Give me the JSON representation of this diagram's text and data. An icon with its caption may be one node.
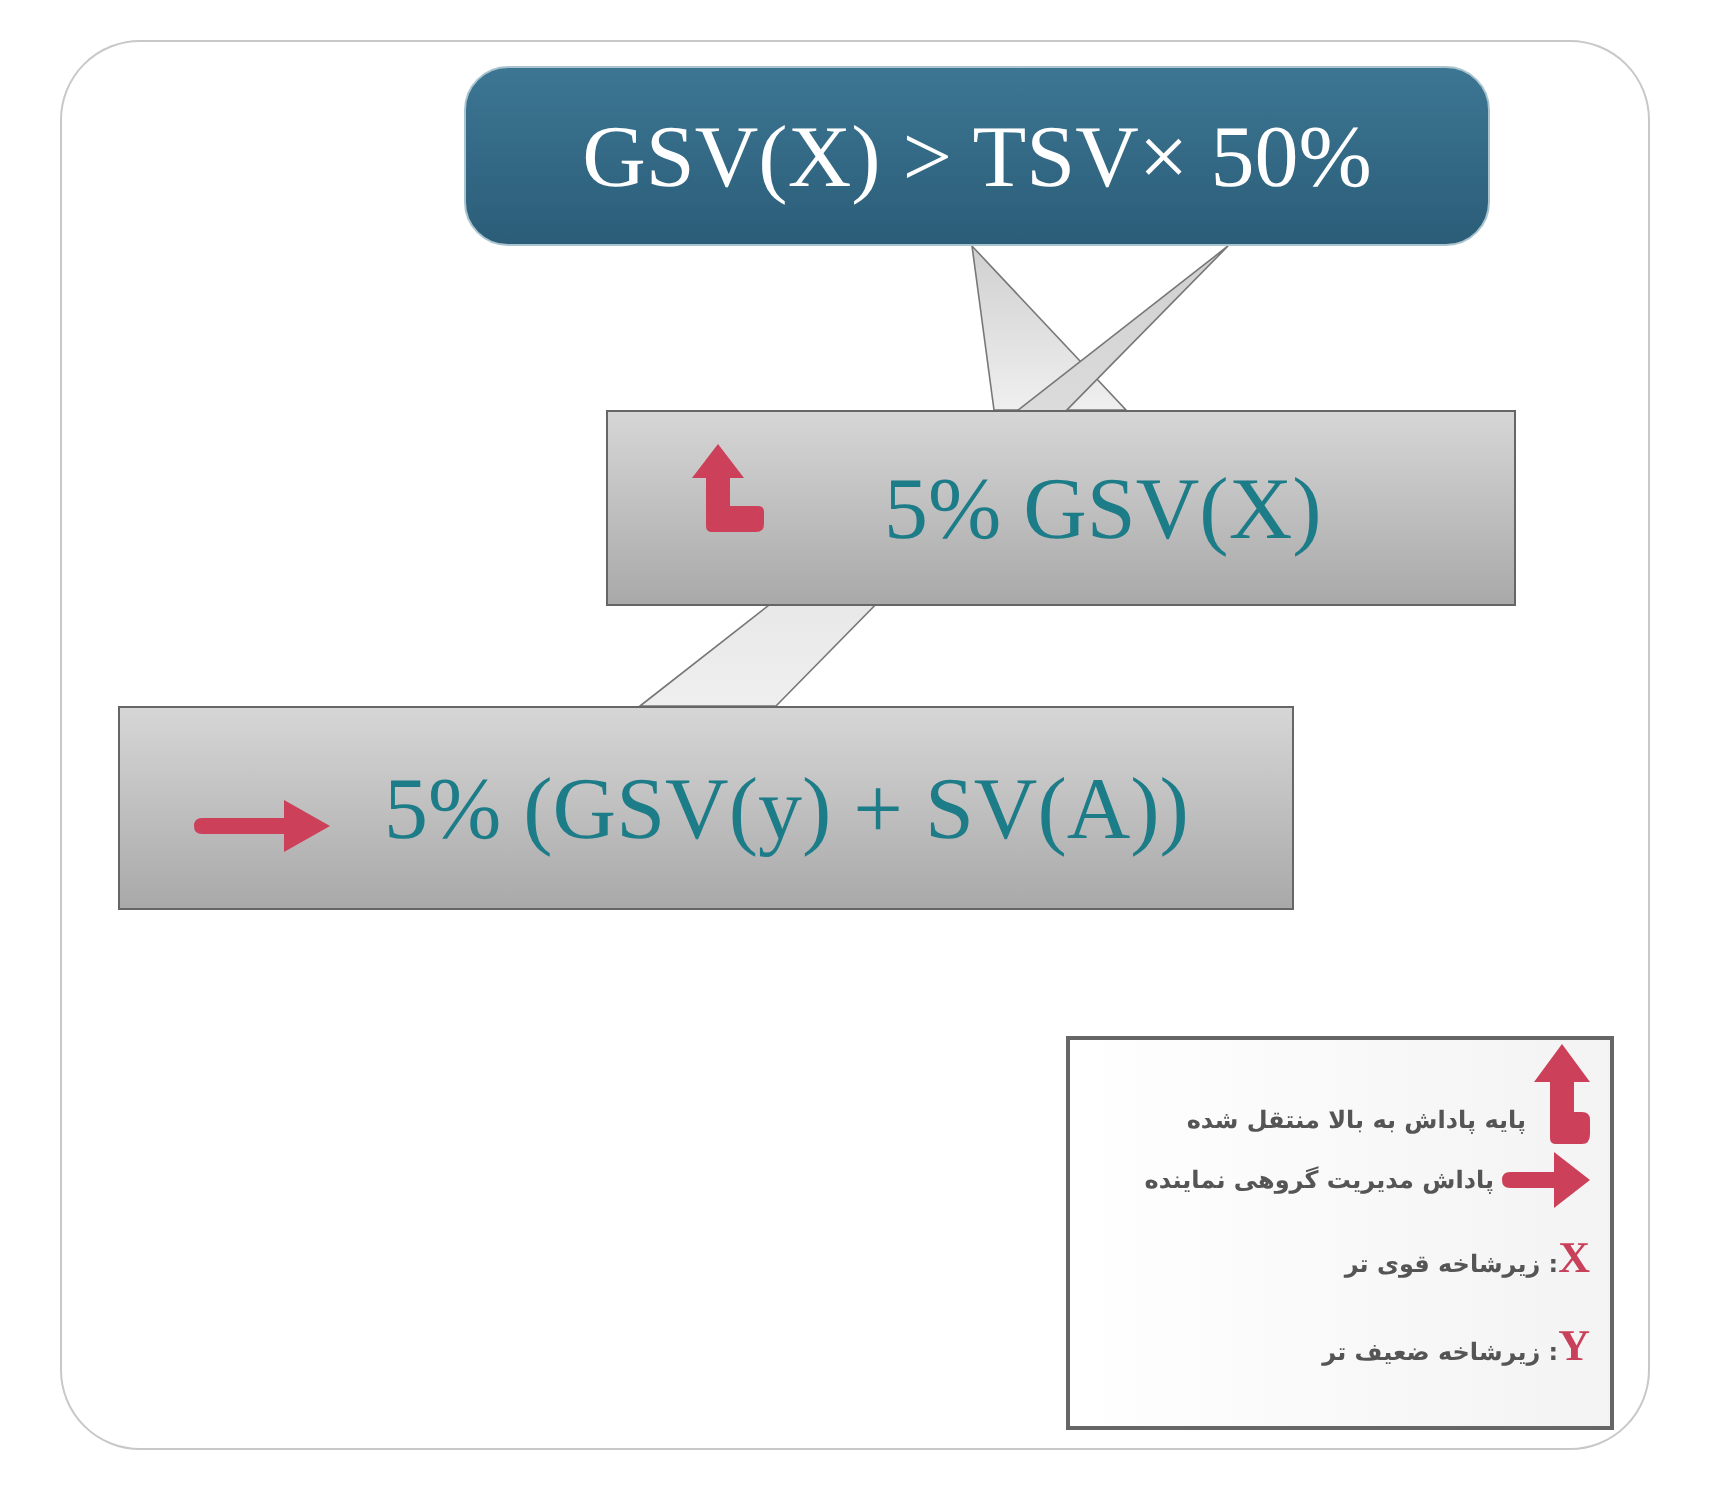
{
  "diagram": {
    "nodes": [
      {
        "text": [
          "GSV(X) > TSV× 50%"
        ]
      },
      {
        "text": [
          "5% GSV(X)"
        ]
      },
      {
        "text": [
          "5% (GSV(y) + SV(A))"
        ]
      }
    ],
    "edges": [
      {
        "from": 1,
        "to": 0,
        "arrow": "to"
      },
      {
        "from": 2,
        "to": 0,
        "arrow": "to"
      }
    ],
    "legend": [
      {
        "text": "پایه پاداش به بالا منتقل شده"
      },
      {
        "text": "پاداش مدیریت گروهی نماینده"
      },
      {
        "text": "**X**: زیرشاخه قوی تر"
      },
      {
        "text": "**Y**: زیرشاخه ضعیف تر"
      }
    ]
  }
}
